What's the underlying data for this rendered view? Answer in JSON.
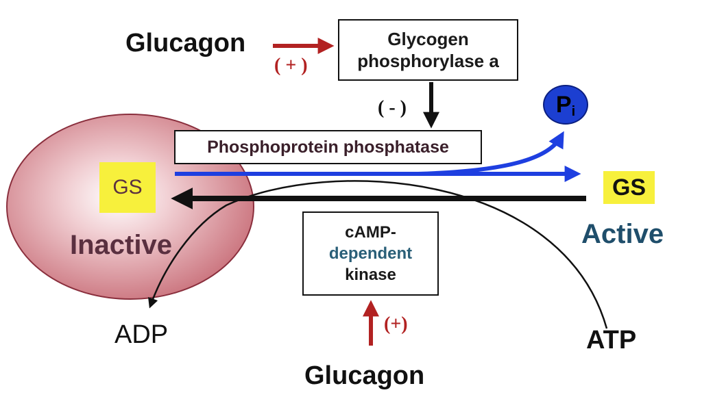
{
  "colors": {
    "activation_red": "#b22222",
    "phosphatase_blue": "#1e3fe0",
    "pi_blue": "#1c3fd1",
    "active_teal": "#1f4e6b",
    "inactive_text": "#5a3040",
    "gs_yellow": "#f7f03c",
    "cell_fill": "#c9707a",
    "dependent_teal": "#2a5f78"
  },
  "labels": {
    "glucagon_top": "Glucagon",
    "plus_top": "( + )",
    "glycogen_phosphorylase_a_line1": "Glycogen",
    "glycogen_phosphorylase_a_line2": "phosphorylase a",
    "minus": "( - )",
    "pi_main": "P",
    "pi_sub": "i",
    "phosphoprotein_phosphatase": "Phosphoprotein phosphatase",
    "gs_inactive": "GS",
    "gs_active": "GS",
    "inactive": "Inactive",
    "active": "Active",
    "camp_kinase_line1": "cAMP-",
    "camp_kinase_line2": "dependent",
    "camp_kinase_line3": "kinase",
    "plus_bottom": "(+)",
    "adp": "ADP",
    "atp": "ATP",
    "glucagon_bottom": "Glucagon"
  }
}
